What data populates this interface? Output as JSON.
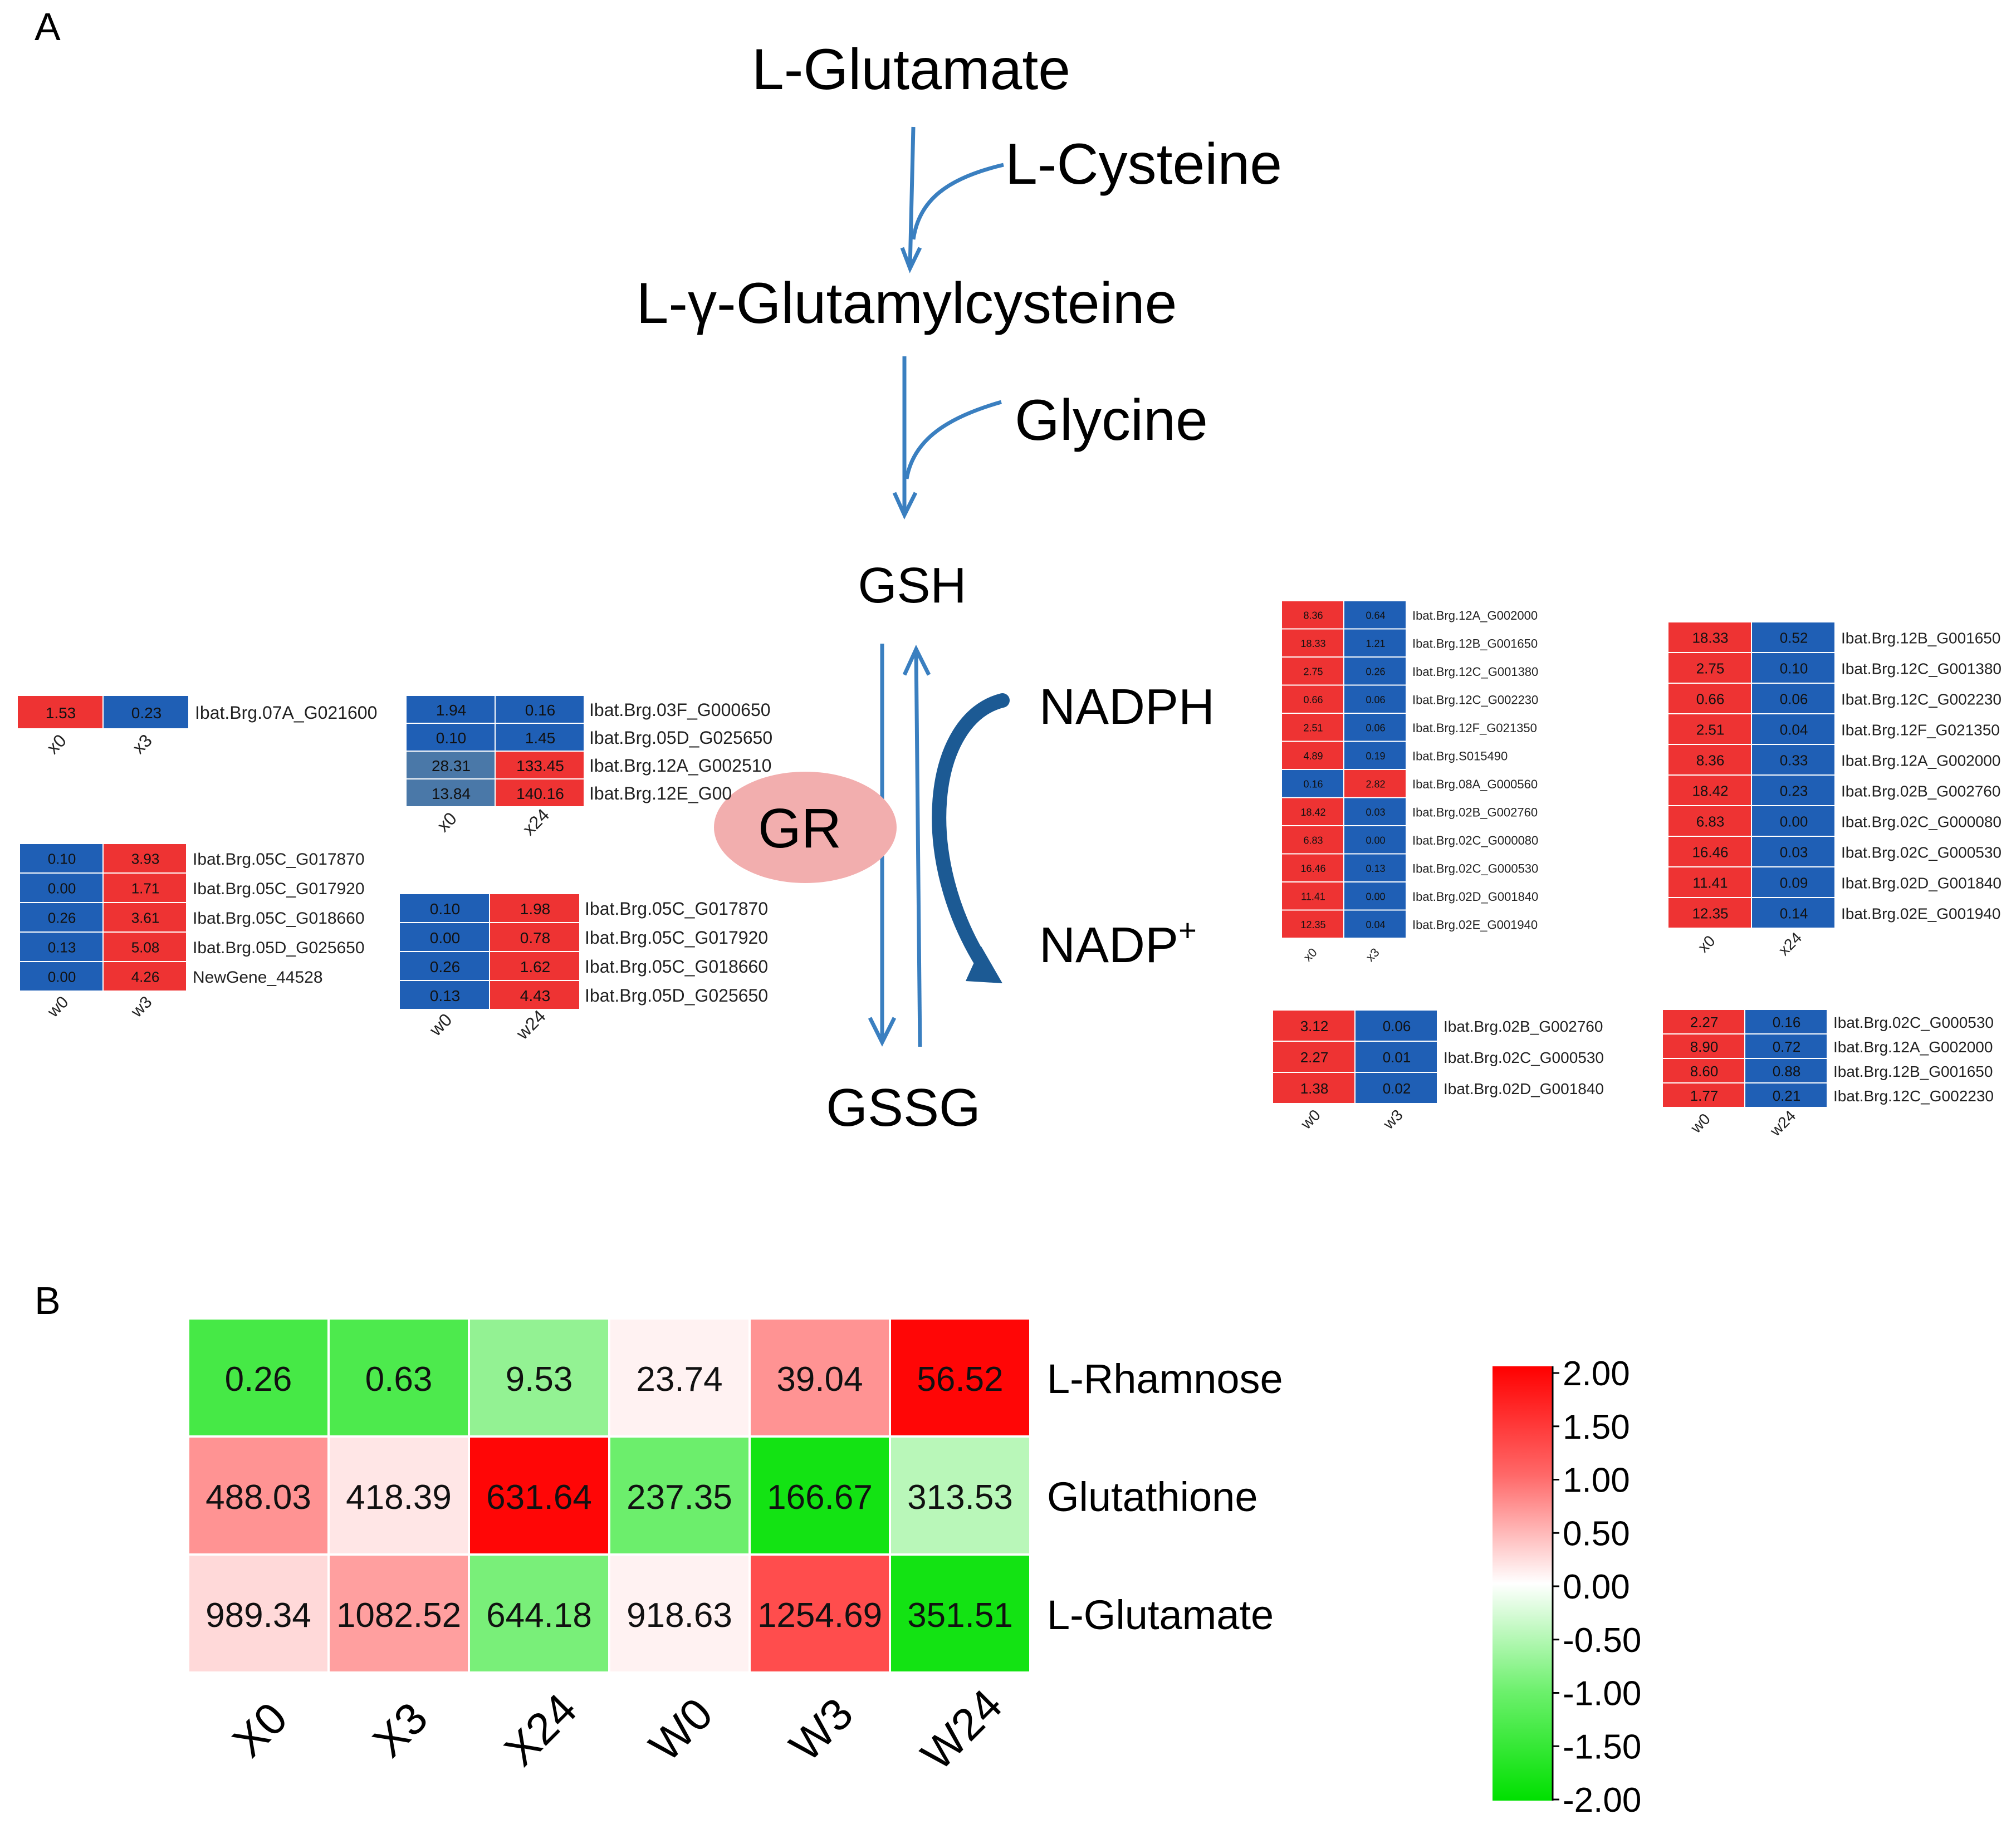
{
  "panel_a": {
    "label": "A",
    "pathway": {
      "l_glutamate": "L-Glutamate",
      "l_cysteine": "L-Cysteine",
      "gamma_glutamylcysteine": "L-γ-Glutamylcysteine",
      "glycine": "Glycine",
      "gsh": "GSH",
      "gssg": "GSSG",
      "gr": "GR",
      "nadph": "NADPH",
      "nadp_base": "NADP",
      "nadp_sup": "+"
    },
    "gene_heatmaps": [
      {
        "id": "hm1",
        "cols": [
          "x0",
          "x3"
        ],
        "rows": [
          {
            "gene": "Ibat.Brg.07A_G021600",
            "values": [
              "1.53",
              "0.23"
            ],
            "colors": [
              "red",
              "blue"
            ]
          }
        ]
      },
      {
        "id": "hm2",
        "cols": [
          "x0",
          "x24"
        ],
        "rows": [
          {
            "gene": "Ibat.Brg.03F_G000650",
            "values": [
              "1.94",
              "0.16"
            ],
            "colors": [
              "blue",
              "blue"
            ]
          },
          {
            "gene": "Ibat.Brg.05D_G025650",
            "values": [
              "0.10",
              "1.45"
            ],
            "colors": [
              "blue",
              "blue"
            ]
          },
          {
            "gene": "Ibat.Brg.12A_G002510",
            "values": [
              "28.31",
              "133.45"
            ],
            "colors": [
              "steel",
              "red"
            ]
          },
          {
            "gene": "Ibat.Brg.12E_G00",
            "values": [
              "13.84",
              "140.16"
            ],
            "colors": [
              "steel",
              "red"
            ]
          }
        ]
      },
      {
        "id": "hm3",
        "cols": [
          "w0",
          "w3"
        ],
        "rows": [
          {
            "gene": "Ibat.Brg.05C_G017870",
            "values": [
              "0.10",
              "3.93"
            ],
            "colors": [
              "blue",
              "red"
            ]
          },
          {
            "gene": "Ibat.Brg.05C_G017920",
            "values": [
              "0.00",
              "1.71"
            ],
            "colors": [
              "blue",
              "red"
            ]
          },
          {
            "gene": "Ibat.Brg.05C_G018660",
            "values": [
              "0.26",
              "3.61"
            ],
            "colors": [
              "blue",
              "red"
            ]
          },
          {
            "gene": "Ibat.Brg.05D_G025650",
            "values": [
              "0.13",
              "5.08"
            ],
            "colors": [
              "blue",
              "red"
            ]
          },
          {
            "gene": "NewGene_44528",
            "values": [
              "0.00",
              "4.26"
            ],
            "colors": [
              "blue",
              "red"
            ]
          }
        ]
      },
      {
        "id": "hm4",
        "cols": [
          "w0",
          "w24"
        ],
        "rows": [
          {
            "gene": "Ibat.Brg.05C_G017870",
            "values": [
              "0.10",
              "1.98"
            ],
            "colors": [
              "blue",
              "red"
            ]
          },
          {
            "gene": "Ibat.Brg.05C_G017920",
            "values": [
              "0.00",
              "0.78"
            ],
            "colors": [
              "blue",
              "red"
            ]
          },
          {
            "gene": "Ibat.Brg.05C_G018660",
            "values": [
              "0.26",
              "1.62"
            ],
            "colors": [
              "blue",
              "red"
            ]
          },
          {
            "gene": "Ibat.Brg.05D_G025650",
            "values": [
              "0.13",
              "4.43"
            ],
            "colors": [
              "blue",
              "red"
            ]
          }
        ]
      },
      {
        "id": "hm5",
        "cols": [
          "x0",
          "x3"
        ],
        "rows": [
          {
            "gene": "Ibat.Brg.12A_G002000",
            "values": [
              "8.36",
              "0.64"
            ],
            "colors": [
              "red",
              "blue"
            ]
          },
          {
            "gene": "Ibat.Brg.12B_G001650",
            "values": [
              "18.33",
              "1.21"
            ],
            "colors": [
              "red",
              "blue"
            ]
          },
          {
            "gene": "Ibat.Brg.12C_G001380",
            "values": [
              "2.75",
              "0.26"
            ],
            "colors": [
              "red",
              "blue"
            ]
          },
          {
            "gene": "Ibat.Brg.12C_G002230",
            "values": [
              "0.66",
              "0.06"
            ],
            "colors": [
              "red",
              "blue"
            ]
          },
          {
            "gene": "Ibat.Brg.12F_G021350",
            "values": [
              "2.51",
              "0.06"
            ],
            "colors": [
              "red",
              "blue"
            ]
          },
          {
            "gene": "Ibat.Brg.S015490",
            "values": [
              "4.89",
              "0.19"
            ],
            "colors": [
              "red",
              "blue"
            ]
          },
          {
            "gene": "Ibat.Brg.08A_G000560",
            "values": [
              "0.16",
              "2.82"
            ],
            "colors": [
              "blue",
              "red"
            ]
          },
          {
            "gene": "Ibat.Brg.02B_G002760",
            "values": [
              "18.42",
              "0.03"
            ],
            "colors": [
              "red",
              "blue"
            ]
          },
          {
            "gene": "Ibat.Brg.02C_G000080",
            "values": [
              "6.83",
              "0.00"
            ],
            "colors": [
              "red",
              "blue"
            ]
          },
          {
            "gene": "Ibat.Brg.02C_G000530",
            "values": [
              "16.46",
              "0.13"
            ],
            "colors": [
              "red",
              "blue"
            ]
          },
          {
            "gene": "Ibat.Brg.02D_G001840",
            "values": [
              "11.41",
              "0.00"
            ],
            "colors": [
              "red",
              "blue"
            ]
          },
          {
            "gene": "Ibat.Brg.02E_G001940",
            "values": [
              "12.35",
              "0.04"
            ],
            "colors": [
              "red",
              "blue"
            ]
          }
        ]
      },
      {
        "id": "hm6",
        "cols": [
          "x0",
          "x24"
        ],
        "rows": [
          {
            "gene": "Ibat.Brg.12B_G001650",
            "values": [
              "18.33",
              "0.52"
            ],
            "colors": [
              "red",
              "blue"
            ]
          },
          {
            "gene": "Ibat.Brg.12C_G001380",
            "values": [
              "2.75",
              "0.10"
            ],
            "colors": [
              "red",
              "blue"
            ]
          },
          {
            "gene": "Ibat.Brg.12C_G002230",
            "values": [
              "0.66",
              "0.06"
            ],
            "colors": [
              "red",
              "blue"
            ]
          },
          {
            "gene": "Ibat.Brg.12F_G021350",
            "values": [
              "2.51",
              "0.04"
            ],
            "colors": [
              "red",
              "blue"
            ]
          },
          {
            "gene": "Ibat.Brg.12A_G002000",
            "values": [
              "8.36",
              "0.33"
            ],
            "colors": [
              "red",
              "blue"
            ]
          },
          {
            "gene": "Ibat.Brg.02B_G002760",
            "values": [
              "18.42",
              "0.23"
            ],
            "colors": [
              "red",
              "blue"
            ]
          },
          {
            "gene": "Ibat.Brg.02C_G000080",
            "values": [
              "6.83",
              "0.00"
            ],
            "colors": [
              "red",
              "blue"
            ]
          },
          {
            "gene": "Ibat.Brg.02C_G000530",
            "values": [
              "16.46",
              "0.03"
            ],
            "colors": [
              "red",
              "blue"
            ]
          },
          {
            "gene": "Ibat.Brg.02D_G001840",
            "values": [
              "11.41",
              "0.09"
            ],
            "colors": [
              "red",
              "blue"
            ]
          },
          {
            "gene": "Ibat.Brg.02E_G001940",
            "values": [
              "12.35",
              "0.14"
            ],
            "colors": [
              "red",
              "blue"
            ]
          }
        ]
      },
      {
        "id": "hm7",
        "cols": [
          "w0",
          "w3"
        ],
        "rows": [
          {
            "gene": "Ibat.Brg.02B_G002760",
            "values": [
              "3.12",
              "0.06"
            ],
            "colors": [
              "red",
              "blue"
            ]
          },
          {
            "gene": "Ibat.Brg.02C_G000530",
            "values": [
              "2.27",
              "0.01"
            ],
            "colors": [
              "red",
              "blue"
            ]
          },
          {
            "gene": "Ibat.Brg.02D_G001840",
            "values": [
              "1.38",
              "0.02"
            ],
            "colors": [
              "red",
              "blue"
            ]
          }
        ]
      },
      {
        "id": "hm8",
        "cols": [
          "w0",
          "w24"
        ],
        "rows": [
          {
            "gene": "Ibat.Brg.02C_G000530",
            "values": [
              "2.27",
              "0.16"
            ],
            "colors": [
              "red",
              "blue"
            ]
          },
          {
            "gene": "Ibat.Brg.12A_G002000",
            "values": [
              "8.90",
              "0.72"
            ],
            "colors": [
              "red",
              "blue"
            ]
          },
          {
            "gene": "Ibat.Brg.12B_G001650",
            "values": [
              "8.60",
              "0.88"
            ],
            "colors": [
              "red",
              "blue"
            ]
          },
          {
            "gene": "Ibat.Brg.12C_G002230",
            "values": [
              "1.77",
              "0.21"
            ],
            "colors": [
              "red",
              "blue"
            ]
          }
        ]
      }
    ],
    "colors": {
      "red": "#ee3333",
      "blue": "#1f5fb5",
      "steel": "#4a78a8",
      "arrow": "#3a7fc0",
      "arrow_dark": "#1c5a94",
      "gr_ellipse": "#f2aeae"
    }
  },
  "panel_b": {
    "label": "B",
    "chart_data": {
      "type": "heatmap",
      "columns": [
        "X0",
        "X3",
        "X24",
        "W0",
        "W3",
        "W24"
      ],
      "rows": [
        {
          "name": "L-Rhamnose",
          "values": [
            0.26,
            0.63,
            9.53,
            23.74,
            39.04,
            56.52
          ],
          "labels": [
            "0.26",
            "0.63",
            "9.53",
            "23.74",
            "39.04",
            "56.52"
          ]
        },
        {
          "name": "Glutathione",
          "values": [
            488.03,
            418.39,
            631.64,
            237.35,
            166.67,
            313.53
          ],
          "labels": [
            "488.03",
            "418.39",
            "631.64",
            "237.35",
            "166.67",
            "313.53"
          ]
        },
        {
          "name": "L-Glutamate",
          "values": [
            989.34,
            1082.52,
            644.18,
            918.63,
            1254.69,
            351.51
          ],
          "labels": [
            "989.34",
            "1082.52",
            "644.18",
            "918.63",
            "1254.69",
            "351.51"
          ]
        }
      ],
      "cell_zscores": [
        [
          -1.45,
          -1.4,
          -0.85,
          0.1,
          0.85,
          1.95
        ],
        [
          0.85,
          0.2,
          1.95,
          -1.15,
          -1.85,
          -0.55
        ],
        [
          0.3,
          0.75,
          -1.05,
          0.1,
          1.4,
          -1.85
        ]
      ],
      "colorbar": {
        "ticks": [
          "2.00",
          "1.50",
          "1.00",
          "0.50",
          "0.00",
          "-0.50",
          "-1.00",
          "-1.50",
          "-2.00"
        ],
        "min": -2.0,
        "max": 2.0,
        "low_color": "#00ee00",
        "mid_color": "#ffffff",
        "high_color": "#ff0000"
      }
    }
  }
}
